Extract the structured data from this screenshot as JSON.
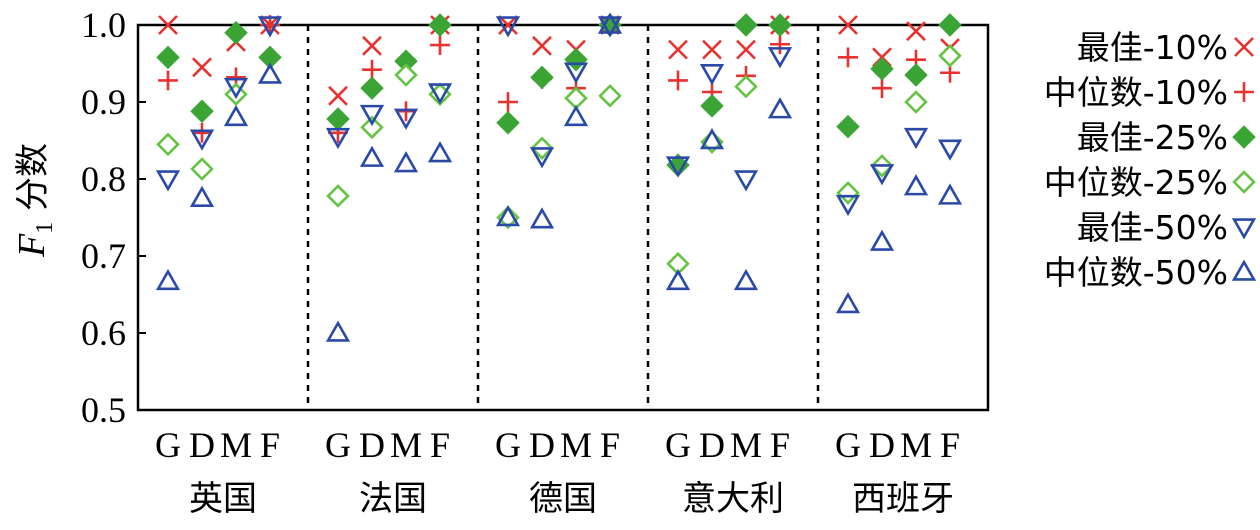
{
  "chart_data": {
    "type": "scatter",
    "ylabel_main": "F",
    "ylabel_sub": "1",
    "ylabel_rest": " 分数",
    "ylim": [
      0.5,
      1.0
    ],
    "yticks": [
      "0.5",
      "0.6",
      "0.7",
      "0.8",
      "0.9",
      "1.0"
    ],
    "methods": [
      "G",
      "D",
      "M",
      "F"
    ],
    "countries": [
      "英国",
      "法国",
      "德国",
      "意大利",
      "西班牙"
    ],
    "series": [
      {
        "name": "最佳-10%",
        "marker": "x",
        "color": "#e8312f",
        "values": [
          [
            1.0,
            0.945,
            0.978,
            1.0
          ],
          [
            0.908,
            0.973,
            0.945,
            1.0
          ],
          [
            1.0,
            0.973,
            0.968,
            1.0
          ],
          [
            0.968,
            0.968,
            0.968,
            1.0
          ],
          [
            1.0,
            0.958,
            0.992,
            0.97
          ]
        ]
      },
      {
        "name": "中位数-10%",
        "marker": "+",
        "color": "#e8312f",
        "values": [
          [
            0.928,
            0.86,
            0.932,
            1.0
          ],
          [
            0.86,
            0.942,
            0.888,
            0.974
          ],
          [
            0.9,
            0.93,
            0.918,
            1.0
          ],
          [
            0.928,
            0.913,
            0.934,
            0.975
          ],
          [
            0.958,
            0.918,
            0.955,
            0.938
          ]
        ]
      },
      {
        "name": "最佳-25%",
        "marker": "diamond-filled",
        "color": "#3aa535",
        "values": [
          [
            0.958,
            0.888,
            0.99,
            0.958
          ],
          [
            0.878,
            0.918,
            0.953,
            1.0
          ],
          [
            0.873,
            0.932,
            0.955,
            1.0
          ],
          [
            0.818,
            0.895,
            1.0,
            1.0
          ],
          [
            0.868,
            0.943,
            0.935,
            1.0
          ]
        ]
      },
      {
        "name": "中位数-25%",
        "marker": "diamond-open",
        "color": "#64c442",
        "values": [
          [
            0.845,
            0.813,
            0.91,
            null
          ],
          [
            0.778,
            0.867,
            0.935,
            0.91
          ],
          [
            0.75,
            0.84,
            0.905,
            0.908
          ],
          [
            0.69,
            0.848,
            0.92,
            null
          ],
          [
            0.782,
            0.817,
            0.9,
            0.96
          ]
        ]
      },
      {
        "name": "最佳-50%",
        "marker": "triangle-down",
        "color": "#2a49a8",
        "values": [
          [
            0.8,
            0.853,
            0.92,
            1.0
          ],
          [
            0.855,
            0.885,
            0.88,
            0.913
          ],
          [
            1.0,
            0.83,
            0.94,
            1.0
          ],
          [
            0.818,
            0.938,
            0.8,
            0.96
          ],
          [
            0.768,
            0.808,
            0.855,
            0.84
          ]
        ]
      },
      {
        "name": "中位数-50%",
        "marker": "triangle-up",
        "color": "#2a49a8",
        "values": [
          [
            0.667,
            0.775,
            0.88,
            0.935
          ],
          [
            0.6,
            0.827,
            0.82,
            0.833
          ],
          [
            0.75,
            0.747,
            0.88,
            1.0
          ],
          [
            0.667,
            0.85,
            0.667,
            0.89
          ],
          [
            0.637,
            0.718,
            0.79,
            0.778
          ]
        ]
      }
    ],
    "legend_position": "right",
    "separators": "dashed-between-countries",
    "grid": false
  }
}
